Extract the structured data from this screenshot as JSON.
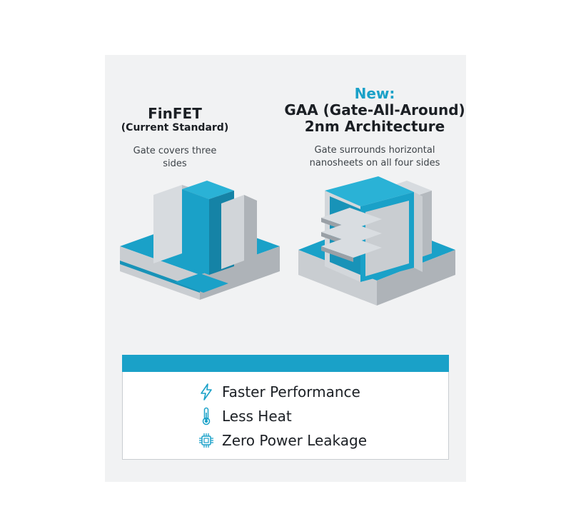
{
  "finfet": {
    "title": "FinFET",
    "subtitle": "(Current Standard)",
    "description": "Gate covers three sides"
  },
  "gaa": {
    "tag": "New:",
    "title_line1": "GAA (Gate-All-Around)",
    "title_line2": "2nm Architecture",
    "description_line1": "Gate surrounds horizontal",
    "description_line2": "nanosheets on all four sides"
  },
  "benefits": [
    {
      "icon": "lightning-icon",
      "label": "Faster Performance"
    },
    {
      "icon": "thermometer-icon",
      "label": "Less Heat"
    },
    {
      "icon": "chip-icon",
      "label": "Zero Power Leakage"
    }
  ],
  "colors": {
    "accent": "#1aa1c8",
    "metal": "#c8ccd0",
    "panel": "#f1f2f3"
  }
}
